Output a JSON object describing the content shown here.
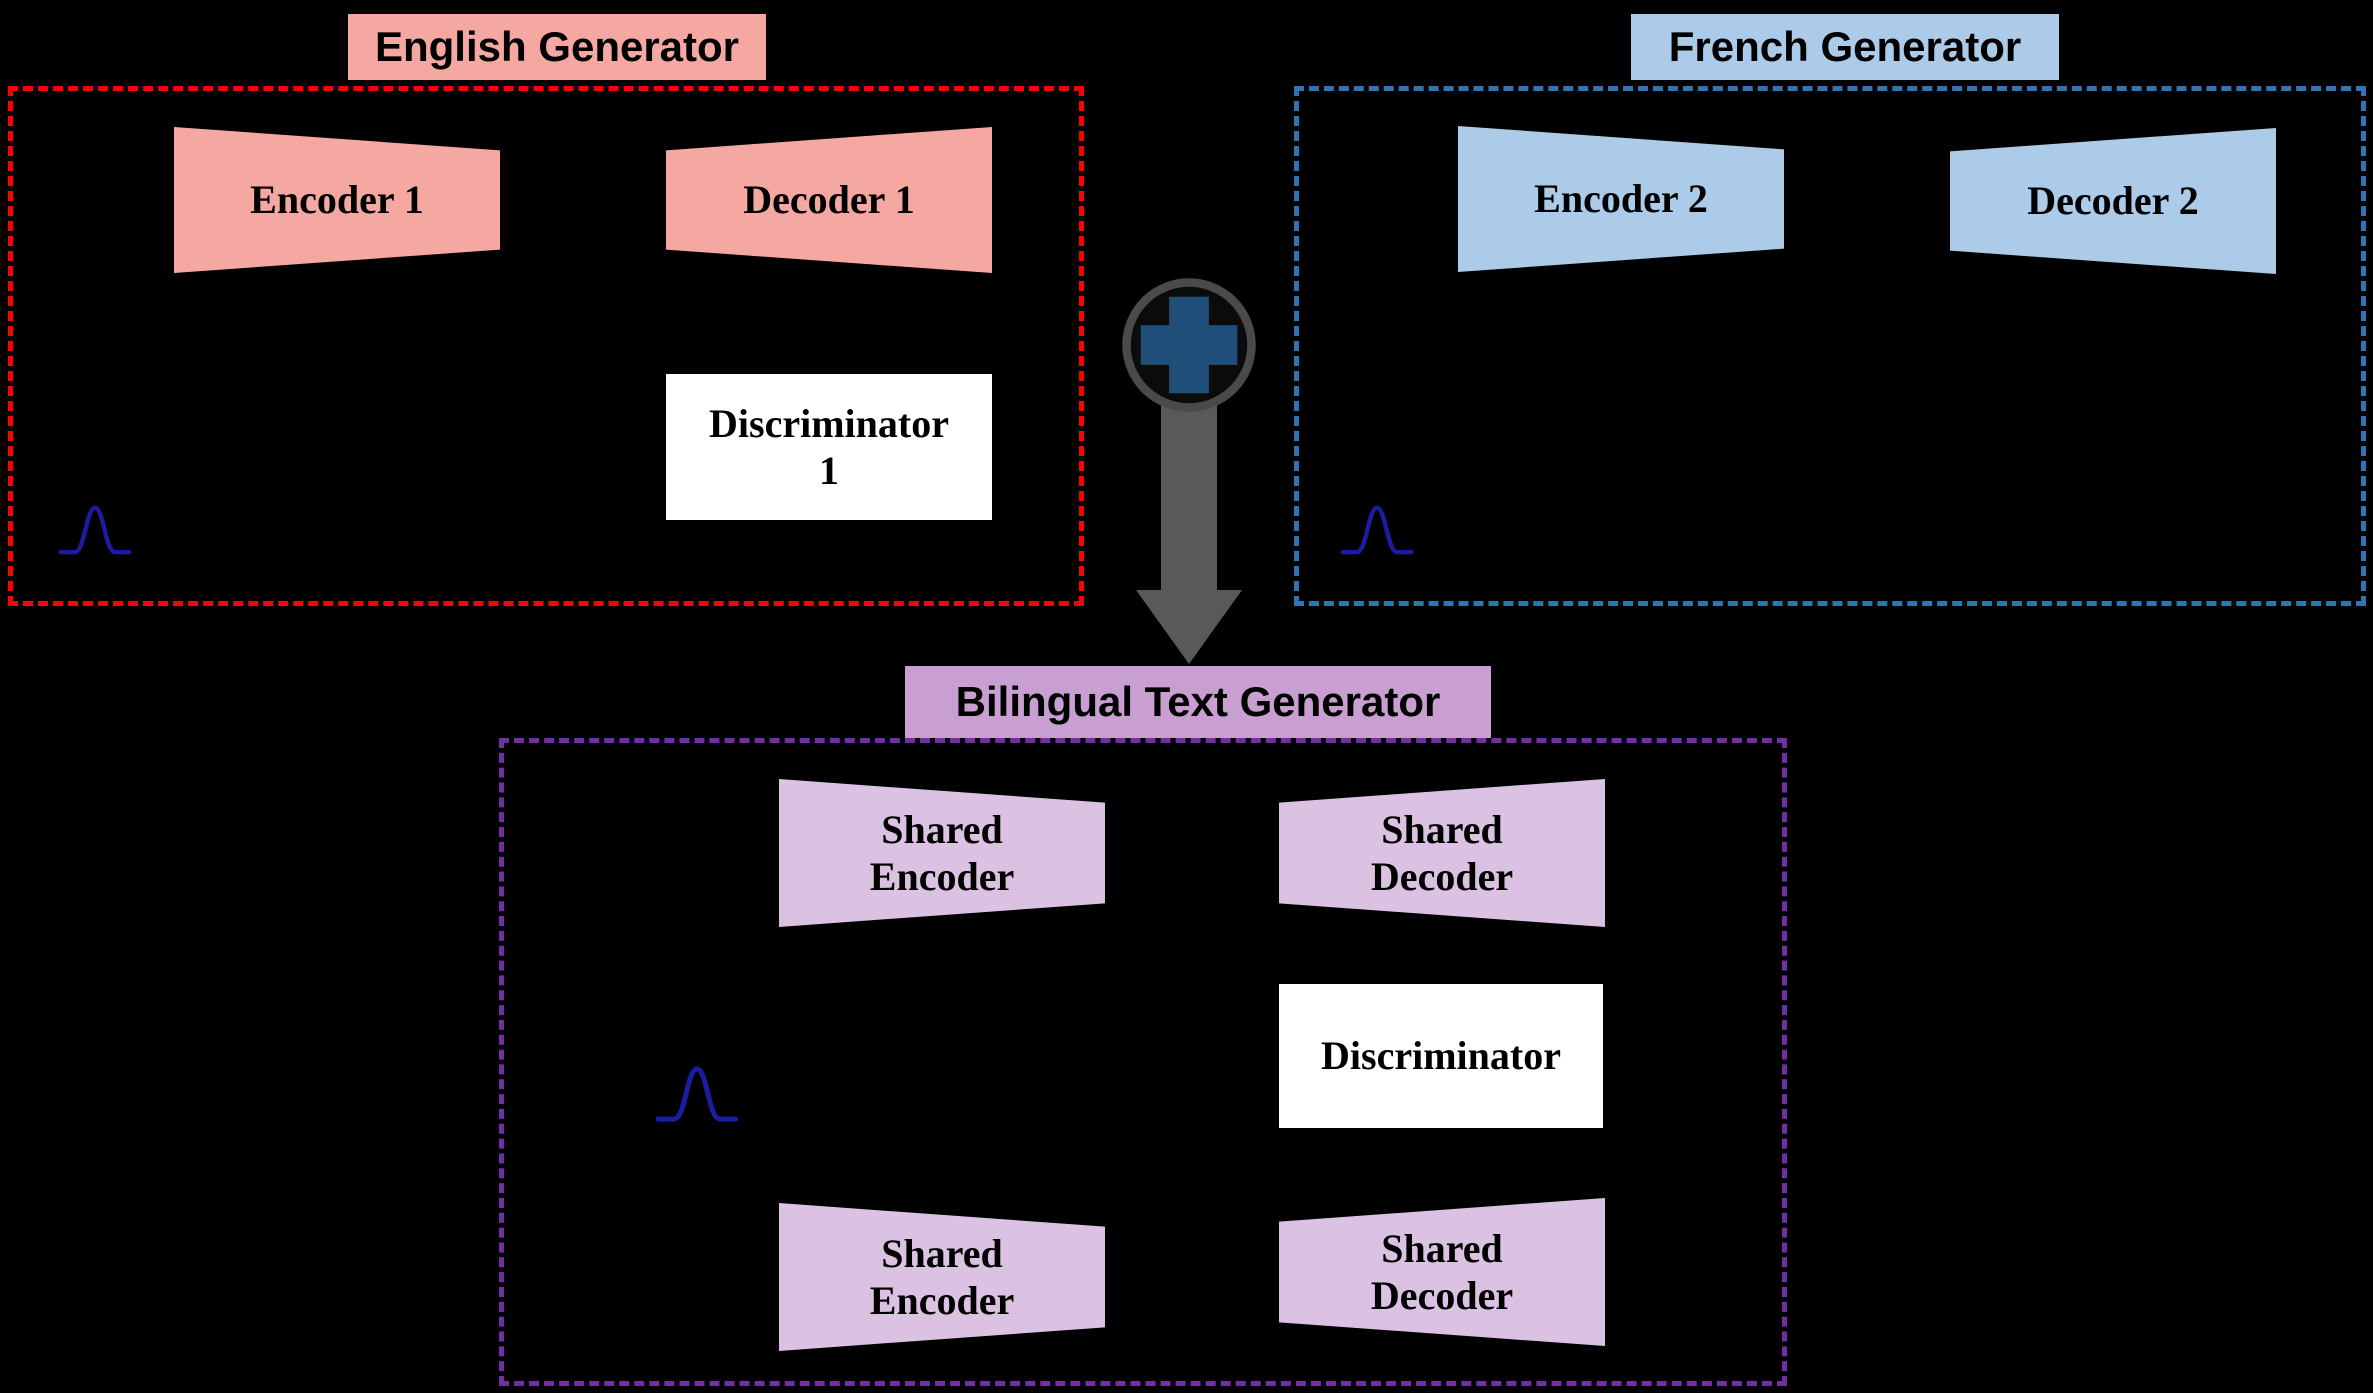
{
  "diagram": {
    "english_generator": {
      "title": "English Generator",
      "encoder_label": "Encoder 1",
      "decoder_label": "Decoder 1",
      "discriminator_label": "Discriminator\n1"
    },
    "french_generator": {
      "title": "French Generator",
      "encoder_label": "Encoder 2",
      "decoder_label": "Decoder 2"
    },
    "bilingual_generator": {
      "title": "Bilingual Text Generator",
      "encoder_top_label": "Shared\nEncoder",
      "decoder_top_label": "Shared\nDecoder",
      "discriminator_label": "Discriminator",
      "encoder_bottom_label": "Shared\nEncoder",
      "decoder_bottom_label": "Shared\nDecoder"
    },
    "icons": {
      "plus_icon": "merge-plus",
      "arrow_icon": "down-arrow",
      "gaussian_icon": "gaussian-distribution-curve"
    },
    "colors": {
      "background": "#000000",
      "english_fill": "#F5A8A2",
      "english_border": "#FF0000",
      "french_fill": "#ACCBE9",
      "french_border": "#2E75B6",
      "bilingual_header_fill": "#C89FD0",
      "bilingual_fill": "#DCC2E2",
      "bilingual_border": "#7030A0",
      "plus_color": "#1F4E79",
      "arrow_color": "#595959",
      "gauss_color": "#1C1C9E",
      "discriminator_fill": "#FFFFFF",
      "text_color": "#000000"
    }
  }
}
